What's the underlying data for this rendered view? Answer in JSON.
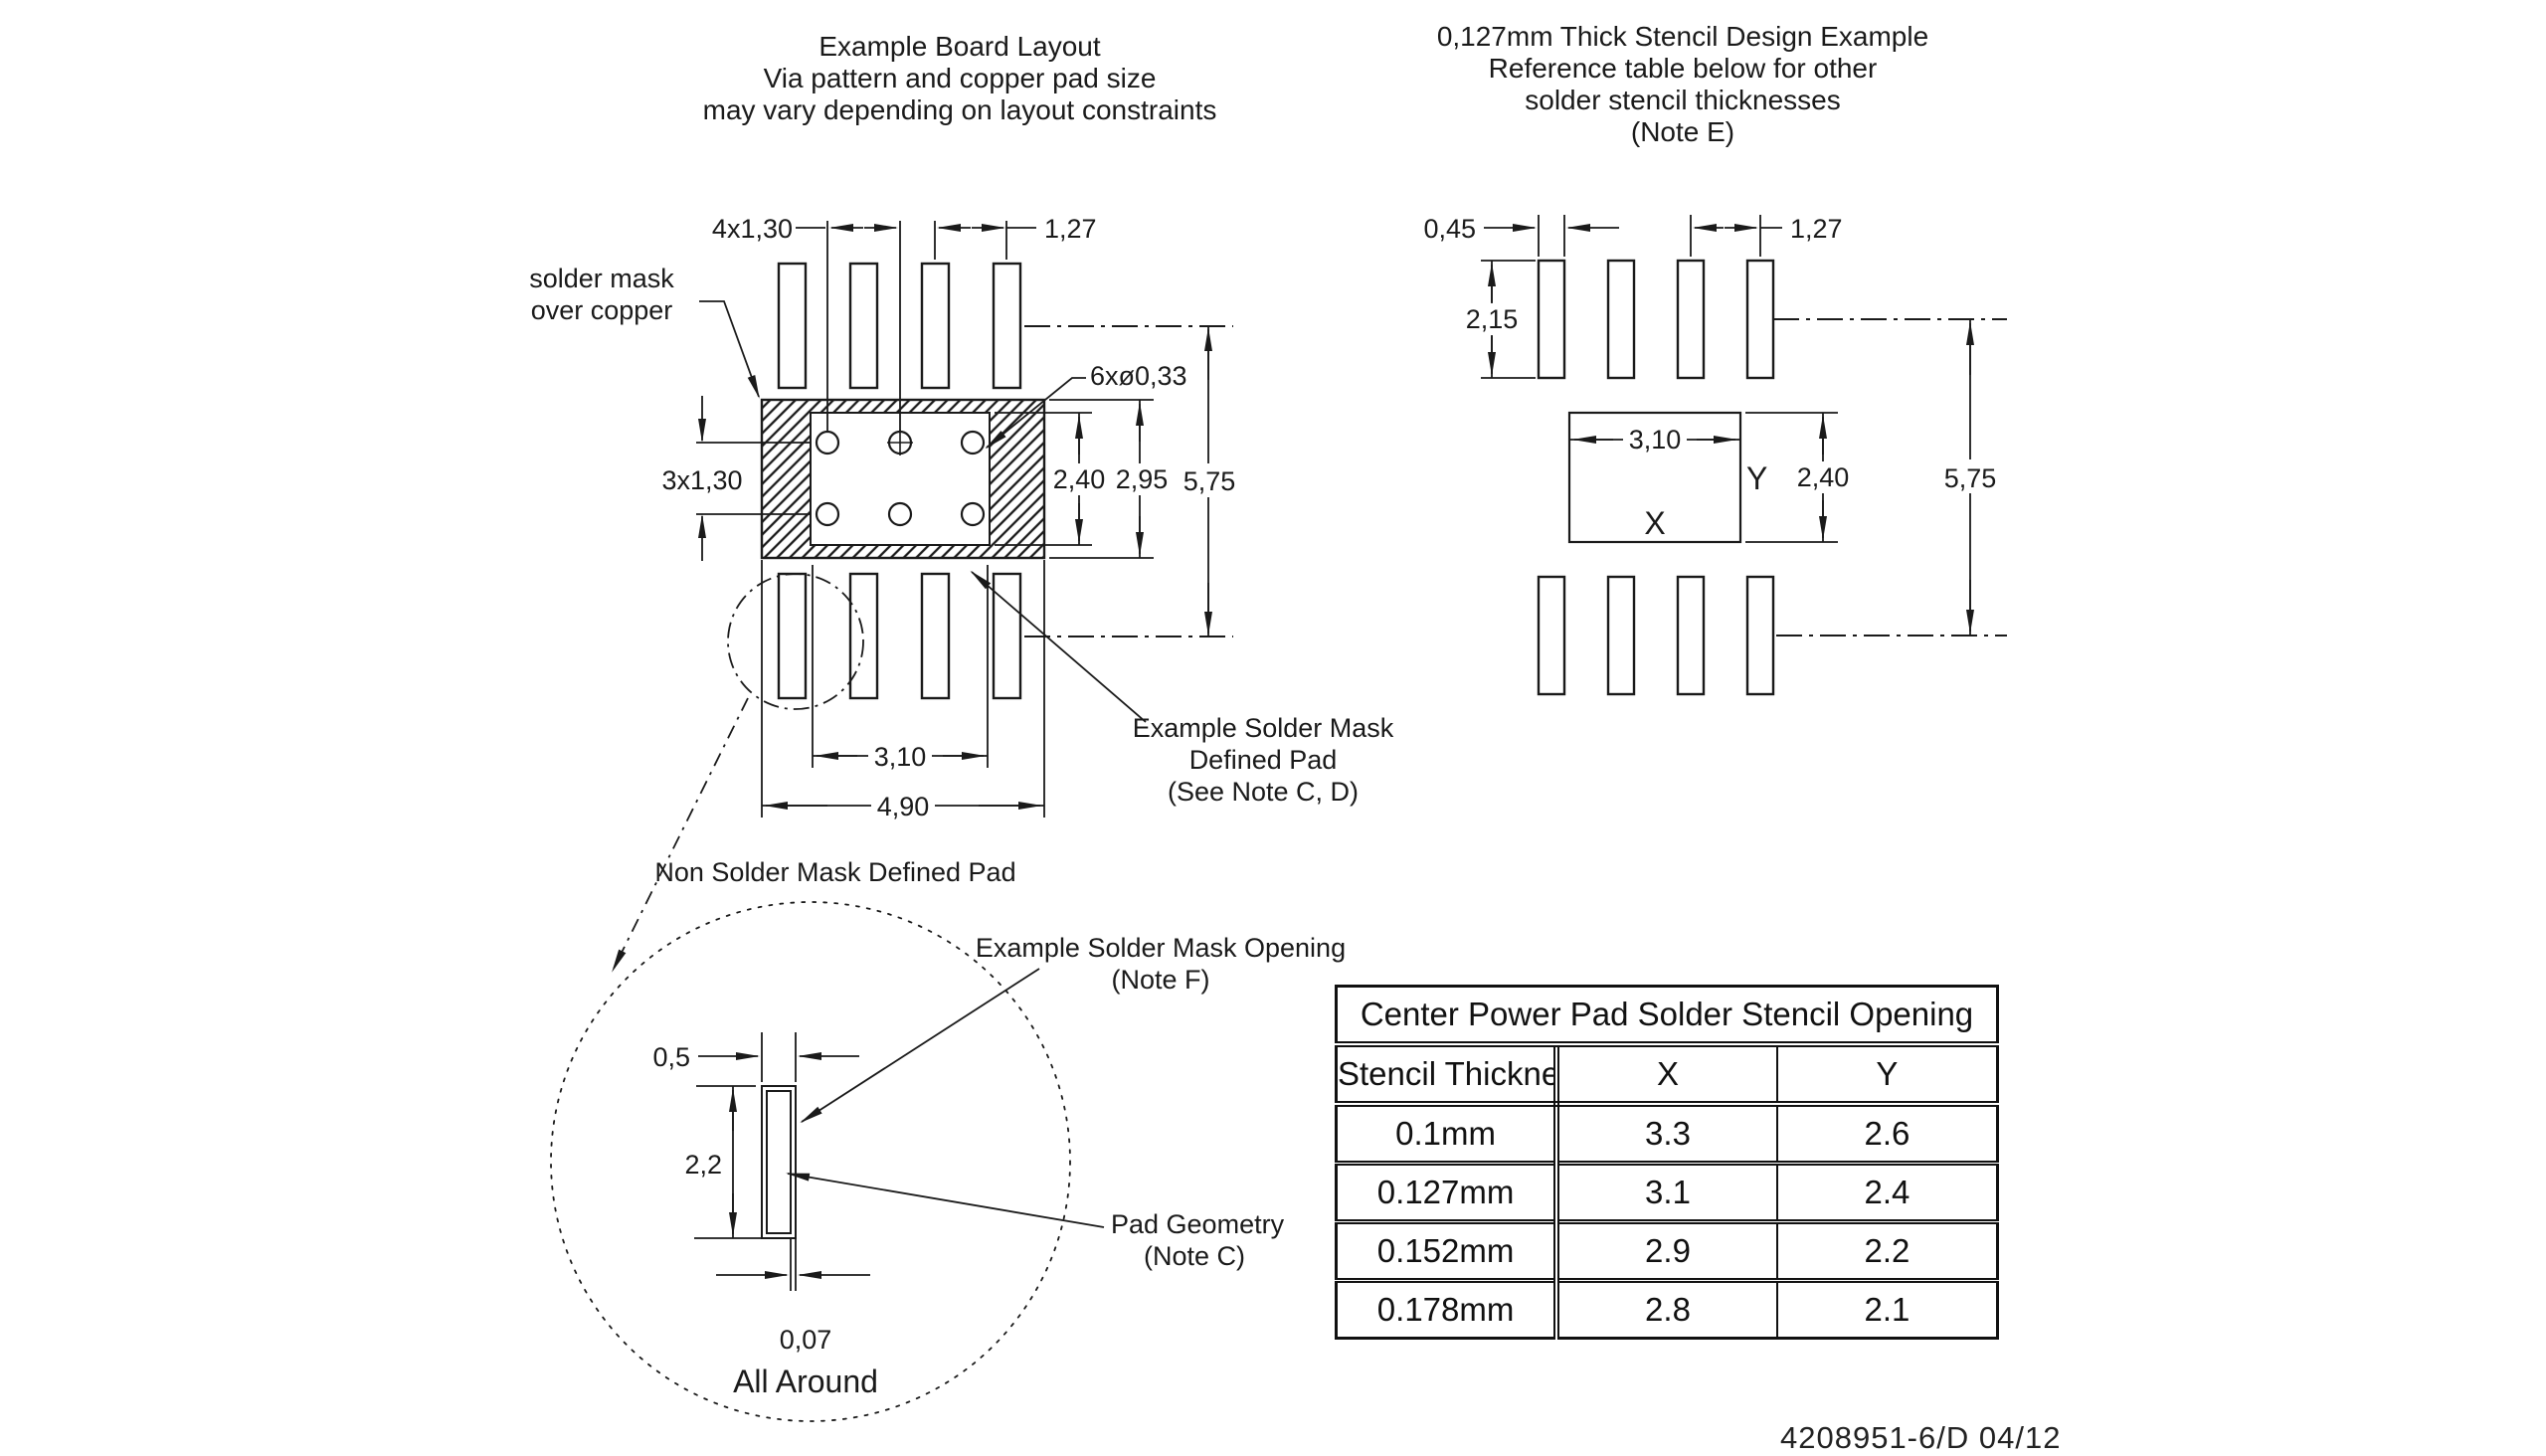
{
  "titles": {
    "left": [
      "Example Board Layout",
      "Via pattern and copper pad size",
      "may vary depending on layout constraints"
    ],
    "right": [
      "0,127mm Thick Stencil Design Example",
      "Reference table below for other",
      "solder stencil thicknesses",
      "(Note E)"
    ]
  },
  "board": {
    "dims": {
      "pad_group": "4x1,30",
      "pitch": "1,27",
      "via_rows": "3x1,30",
      "vias": "6xø0,33",
      "opening_h": "2,40",
      "copper_h": "2,95",
      "span": "5,75",
      "opening_w": "3,10",
      "copper_w": "4,90"
    },
    "labels": {
      "solder_mask": [
        "solder mask",
        "over copper"
      ],
      "smd_pad": [
        "Example Solder Mask",
        "Defined Pad",
        "(See Note C, D)"
      ],
      "nsmd_pad": "Non Solder Mask Defined Pad"
    }
  },
  "detail": {
    "dims": {
      "width": "0,5",
      "height": "2,2",
      "gap": "0,07",
      "gap_note": "All Around"
    },
    "labels": {
      "opening": [
        "Example Solder Mask Opening",
        "(Note F)"
      ],
      "pad": [
        "Pad Geometry",
        "(Note C)"
      ]
    }
  },
  "stencil": {
    "dims": {
      "pad_w": "0,45",
      "pitch": "1,27",
      "pad_h": "2,15",
      "open_w": "3,10",
      "open_h": "2,40",
      "span": "5,75"
    },
    "labels": {
      "x": "X",
      "y": "Y"
    }
  },
  "table": {
    "title": "Center Power Pad Solder Stencil Opening",
    "headers": [
      "Stencil Thickness",
      "X",
      "Y"
    ],
    "rows": [
      {
        "thickness": "0.1mm",
        "x": "3.3",
        "y": "2.6"
      },
      {
        "thickness": "0.127mm",
        "x": "3.1",
        "y": "2.4"
      },
      {
        "thickness": "0.152mm",
        "x": "2.9",
        "y": "2.2"
      },
      {
        "thickness": "0.178mm",
        "x": "2.8",
        "y": "2.1"
      }
    ]
  },
  "footer": {
    "doc": "4208951-6/D  04/12"
  }
}
